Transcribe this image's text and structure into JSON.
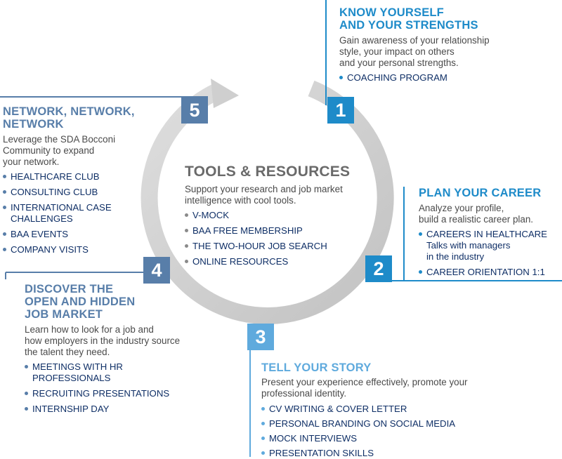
{
  "colors": {
    "dark_blue": "#0f2f66",
    "blue": "#1e8bc9",
    "light_blue": "#5faadd",
    "steel_blue": "#587ea9",
    "ring_gray": "#d0d0d0",
    "text_gray": "#4a4a4a"
  },
  "center": {
    "title": "TOOLS & RESOURCES",
    "desc": [
      "Support your research and job market",
      "intelligence with cool tools."
    ],
    "items": [
      [
        "V-MOCK"
      ],
      [
        "BAA FREE MEMBERSHIP"
      ],
      [
        "THE TWO-HOUR JOB SEARCH"
      ],
      [
        "ONLINE RESOURCES"
      ]
    ]
  },
  "steps": [
    {
      "number": "1",
      "title": [
        "KNOW YOURSELF",
        "AND YOUR STRENGTHS"
      ],
      "desc": [
        "Gain awareness of your relationship",
        "style, your impact on others",
        "and your personal strengths."
      ],
      "items": [
        [
          "COACHING PROGRAM"
        ]
      ]
    },
    {
      "number": "2",
      "title": [
        "PLAN YOUR CAREER"
      ],
      "desc": [
        "Analyze your profile,",
        "build a realistic career plan."
      ],
      "items": [
        [
          "CAREERS IN HEALTHCARE",
          "Talks with managers",
          "in the industry"
        ],
        [
          "CAREER ORIENTATION 1:1"
        ]
      ]
    },
    {
      "number": "3",
      "title": [
        "TELL YOUR STORY"
      ],
      "desc": [
        "Present your experience effectively, promote your",
        "professional identity."
      ],
      "items": [
        [
          "CV WRITING & COVER LETTER"
        ],
        [
          "PERSONAL BRANDING ON SOCIAL MEDIA"
        ],
        [
          "MOCK INTERVIEWS"
        ],
        [
          "PRESENTATION SKILLS"
        ]
      ]
    },
    {
      "number": "4",
      "title": [
        "DISCOVER THE",
        "OPEN AND HIDDEN",
        "JOB MARKET"
      ],
      "desc": [
        "Learn how to look for a job and",
        "how employers in the industry source",
        "the talent they need."
      ],
      "items": [
        [
          "MEETINGS WITH HR",
          "PROFESSIONALS"
        ],
        [
          "RECRUITING PRESENTATIONS"
        ],
        [
          "INTERNSHIP DAY"
        ]
      ]
    },
    {
      "number": "5",
      "title": [
        "NETWORK, NETWORK,",
        "NETWORK"
      ],
      "desc": [
        "Leverage the SDA Bocconi",
        "Community to expand",
        "your network."
      ],
      "items": [
        [
          "HEALTHCARE CLUB"
        ],
        [
          "CONSULTING CLUB"
        ],
        [
          "INTERNATIONAL CASE",
          "CHALLENGES"
        ],
        [
          "BAA EVENTS"
        ],
        [
          "COMPANY VISITS"
        ]
      ]
    }
  ]
}
